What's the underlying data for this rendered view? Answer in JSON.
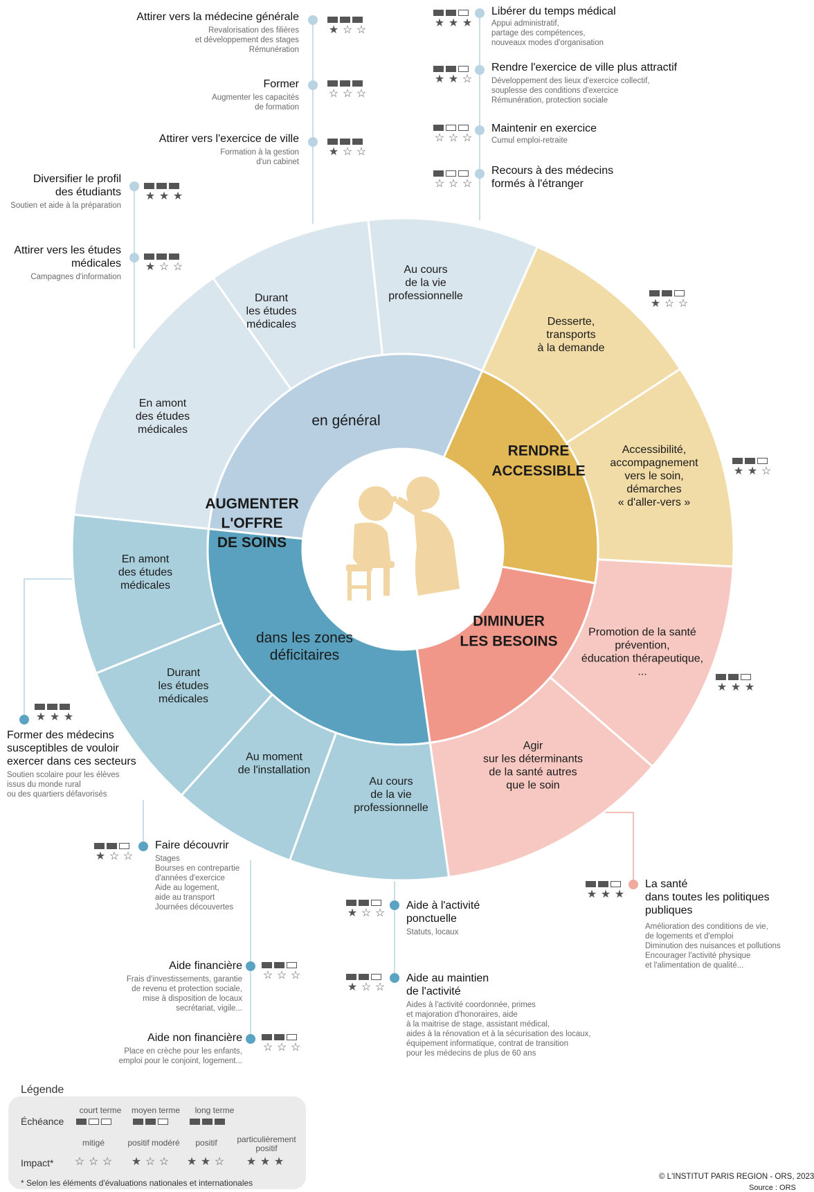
{
  "colors": {
    "outer_offer_general": "#dae6ee",
    "outer_offer_zones": "#a9cfdd",
    "inner_offer_general": "#b7cfe0",
    "inner_offer_zones": "#59a1be",
    "outer_access": "#f1dba6",
    "inner_access": "#e2b857",
    "outer_needs": "#f6c8c1",
    "inner_needs": "#f0978a",
    "icon": "#f1d6a4",
    "connector_light": "#b9d3e2",
    "connector_blue": "#5aa3c2",
    "connector_pink": "#f1aaa0",
    "rating_grey": "#555555"
  },
  "center_icon": "doctor-examining-patient-icon",
  "inner_labels": {
    "offer_title": "AUGMENTER\nL'OFFRE\nDE SOINS",
    "general": "en général",
    "zones": "dans les zones\ndéficitaires",
    "access_title": "RENDRE\nACCESSIBLE",
    "needs_title": "DIMINUER\nLES BESOINS"
  },
  "outer_labels": {
    "amont_general": "En amont\ndes études\nmédicales",
    "durant_general": "Durant\nles études\nmédicales",
    "cours_general": "Au cours\nde la vie\nprofessionnelle",
    "desserte": "Desserte,\ntransports\nà la demande",
    "accessibilite": "Accessibilité,\naccompagnement\nvers le soin,\ndémarches\n« d'aller-vers »",
    "promotion": "Promotion de la santé\nprévention,\néducation thérapeutique,\n...",
    "agir": "Agir\nsur les déterminants\nde la santé autres\nque le soin",
    "cours_zones": "Au cours\nde la vie\nprofessionnelle",
    "installation": "Au moment\nde l'installation",
    "durant_zones": "Durant\nles études\nmédicales",
    "amont_zones": "En amont\ndes études\nmédicales"
  },
  "annotations": {
    "attirer_med_gen": {
      "title": "Attirer vers la médecine générale",
      "desc": "Revalorisation des filières\net développement des stages\nRémunération",
      "term": 3,
      "impact": 1
    },
    "former": {
      "title": "Former",
      "desc": "Augmenter les capacités\nde formation",
      "term": 3,
      "impact": 0
    },
    "attirer_ville": {
      "title": "Attirer vers l'exercice de ville",
      "desc": "Formation à la gestion\nd'un cabinet",
      "term": 3,
      "impact": 1
    },
    "diversifier": {
      "title": "Diversifier le profil\ndes étudiants",
      "desc": "Soutien et aide à la préparation",
      "term": 3,
      "impact": 3
    },
    "attirer_etudes": {
      "title": "Attirer vers les études\nmédicales",
      "desc": "Campagnes d'information",
      "term": 3,
      "impact": 1
    },
    "liberer": {
      "title": "Libérer du temps médical",
      "desc": "Appui administratif,\npartage des compétences,\nnouveaux modes d'organisation",
      "term": 2,
      "impact": 3
    },
    "attractif": {
      "title": "Rendre l'exercice de ville plus attractif",
      "desc": "Développement des lieux d'exercice collectif,\nsouplesse des conditions d'exercice\nRémunération, protection sociale",
      "term": 2,
      "impact": 2
    },
    "maintenir": {
      "title": "Maintenir en exercice",
      "desc": "Cumul emploi-retraite",
      "term": 1,
      "impact": 0
    },
    "recours": {
      "title": "Recours à des médecins\nformés à l'étranger",
      "desc": "",
      "term": 1,
      "impact": 0
    },
    "former_secteurs": {
      "title": "Former des médecins\nsusceptibles de vouloir\nexercer dans ces secteurs",
      "desc": "Soutien scolaire pour les élèves\nissus du monde rural\nou des quartiers défavorisés",
      "term": 3,
      "impact": 3
    },
    "faire_decouvrir": {
      "title": "Faire découvrir",
      "desc": "Stages\nBourses en contrepartie\nd'années d'exercice\nAide au logement,\naide au transport\nJournées découvertes",
      "term": 2,
      "impact": 1
    },
    "aide_financiere": {
      "title": "Aide financière",
      "desc": "Frais d'investissements, garantie\nde revenu et protection sociale,\nmise à disposition de locaux\nsecrétariat, vigile...",
      "term": 2,
      "impact": 0
    },
    "aide_non_financiere": {
      "title": "Aide non financière",
      "desc": "Place en crèche pour les enfants,\nemploi pour le conjoint, logement...",
      "term": 2,
      "impact": 0
    },
    "aide_ponctuelle": {
      "title": "Aide à l'activité\nponctuelle",
      "desc": "Statuts, locaux",
      "term": 2,
      "impact": 1
    },
    "aide_maintien": {
      "title": "Aide au maintien\nde l'activité",
      "desc": "Aides à l'activité coordonnée, primes\net majoration d'honoraires, aide\nà la maitrise de stage, assistant médical,\naides à la rénovation et à la sécurisation des locaux,\néquipement informatique, contrat de transition\npour les médecins de plus de 60 ans",
      "term": 2,
      "impact": 1
    },
    "sante_politiques": {
      "title": "La santé\ndans toutes les politiques\npubliques",
      "desc": "Amélioration des conditions de vie,\nde logements et d'emploi\nDiminution des nuisances et pollutions\nEncourager l'activité physique\net l'alimentation de qualité...",
      "term": 2,
      "impact": 3
    }
  },
  "segment_ratings": {
    "desserte": {
      "term": 2,
      "impact": 1
    },
    "accessibilite": {
      "term": 2,
      "impact": 2
    },
    "promotion": {
      "term": 2,
      "impact": 3
    }
  },
  "legend": {
    "title": "Légende",
    "echeance_label": "Échéance",
    "impact_label": "Impact*",
    "terms": [
      "court terme",
      "moyen terme",
      "long terme"
    ],
    "impacts": [
      "mitigé",
      "positif modéré",
      "positif",
      "particulièrement\npositif"
    ],
    "note": "* Selon les éléments d'évaluations nationales et internationales"
  },
  "credits": {
    "copyright": "© L'INSTITUT PARIS REGION - ORS, 2023",
    "source": "Source : ORS"
  }
}
